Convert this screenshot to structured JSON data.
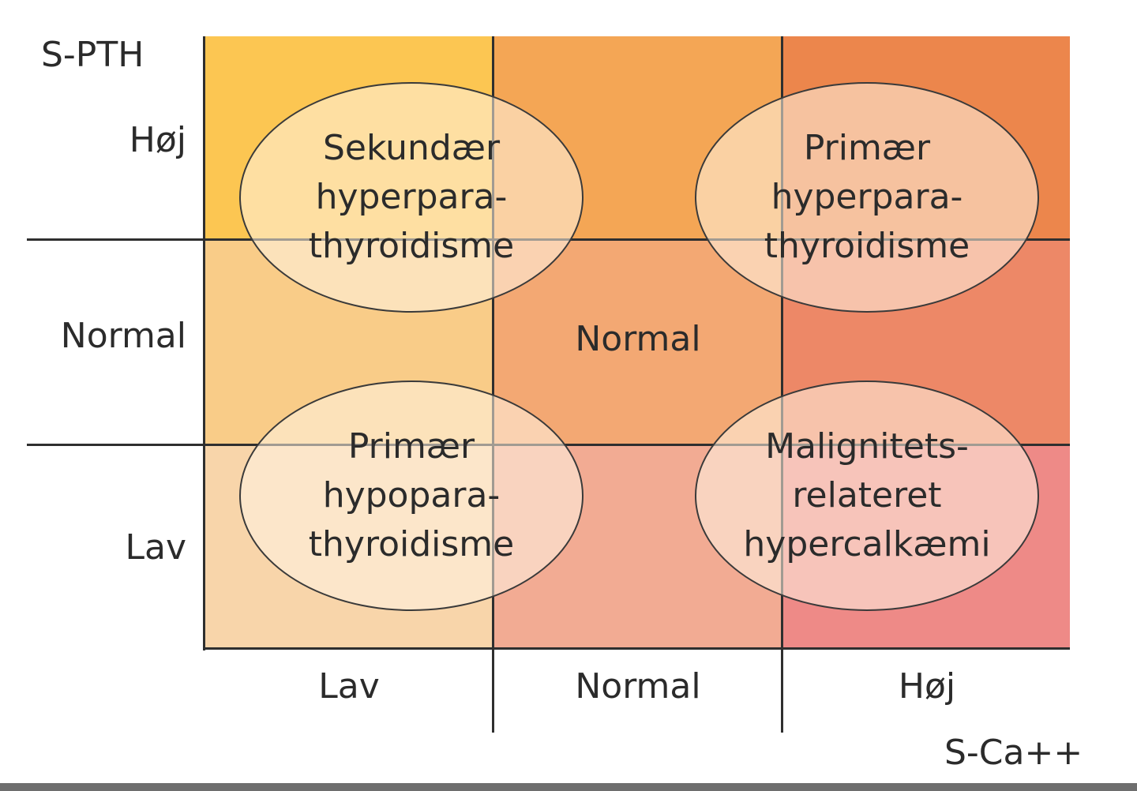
{
  "y_axis": {
    "title": "S-PTH",
    "labels": [
      "Høj",
      "Normal",
      "Lav"
    ]
  },
  "x_axis": {
    "title": "S-Ca++",
    "labels": [
      "Lav",
      "Normal",
      "Høj"
    ]
  },
  "cell_colors": {
    "row_high": [
      "#fcc652",
      "#f4a655",
      "#ec864c"
    ],
    "row_normal": [
      "#f9cc88",
      "#f3a873",
      "#ed8867"
    ],
    "row_low": [
      "#f8d5aa",
      "#f2ab93",
      "#ee8a87"
    ]
  },
  "regions": {
    "secondary_hyper": [
      "Sekundær",
      "hyperpara-",
      "thyroidisme"
    ],
    "primary_hyper": [
      "Primær",
      "hyperpara-",
      "thyroidisme"
    ],
    "normal": "Normal",
    "primary_hypo": [
      "Primær",
      "hypopara-",
      "thyroidisme"
    ],
    "malignancy": [
      "Malignitets-",
      "relateret",
      "hypercalkæmi"
    ]
  }
}
